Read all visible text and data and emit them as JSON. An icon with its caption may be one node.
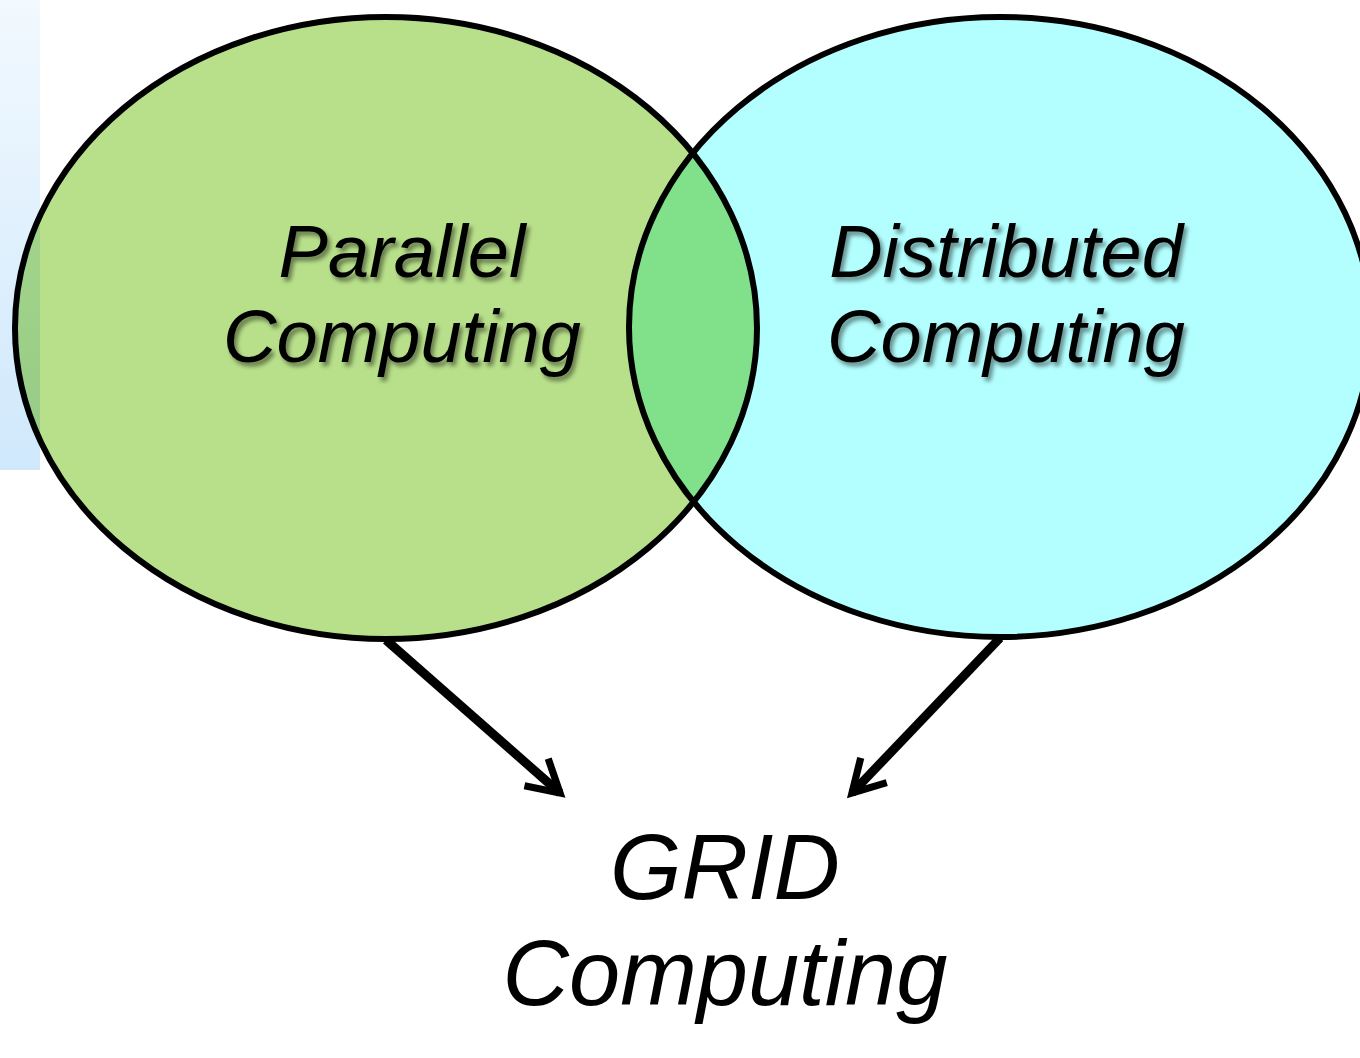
{
  "diagram": {
    "nodes": [
      {
        "text": [
          "Parallel Computing"
        ]
      },
      {
        "text": [
          "Distributed Computing"
        ]
      },
      {
        "text": [
          "GRID Computing"
        ]
      }
    ],
    "edges": [
      {
        "from": 0,
        "to": 2,
        "arrow": "to"
      },
      {
        "from": 1,
        "to": 2,
        "arrow": "to"
      }
    ]
  }
}
